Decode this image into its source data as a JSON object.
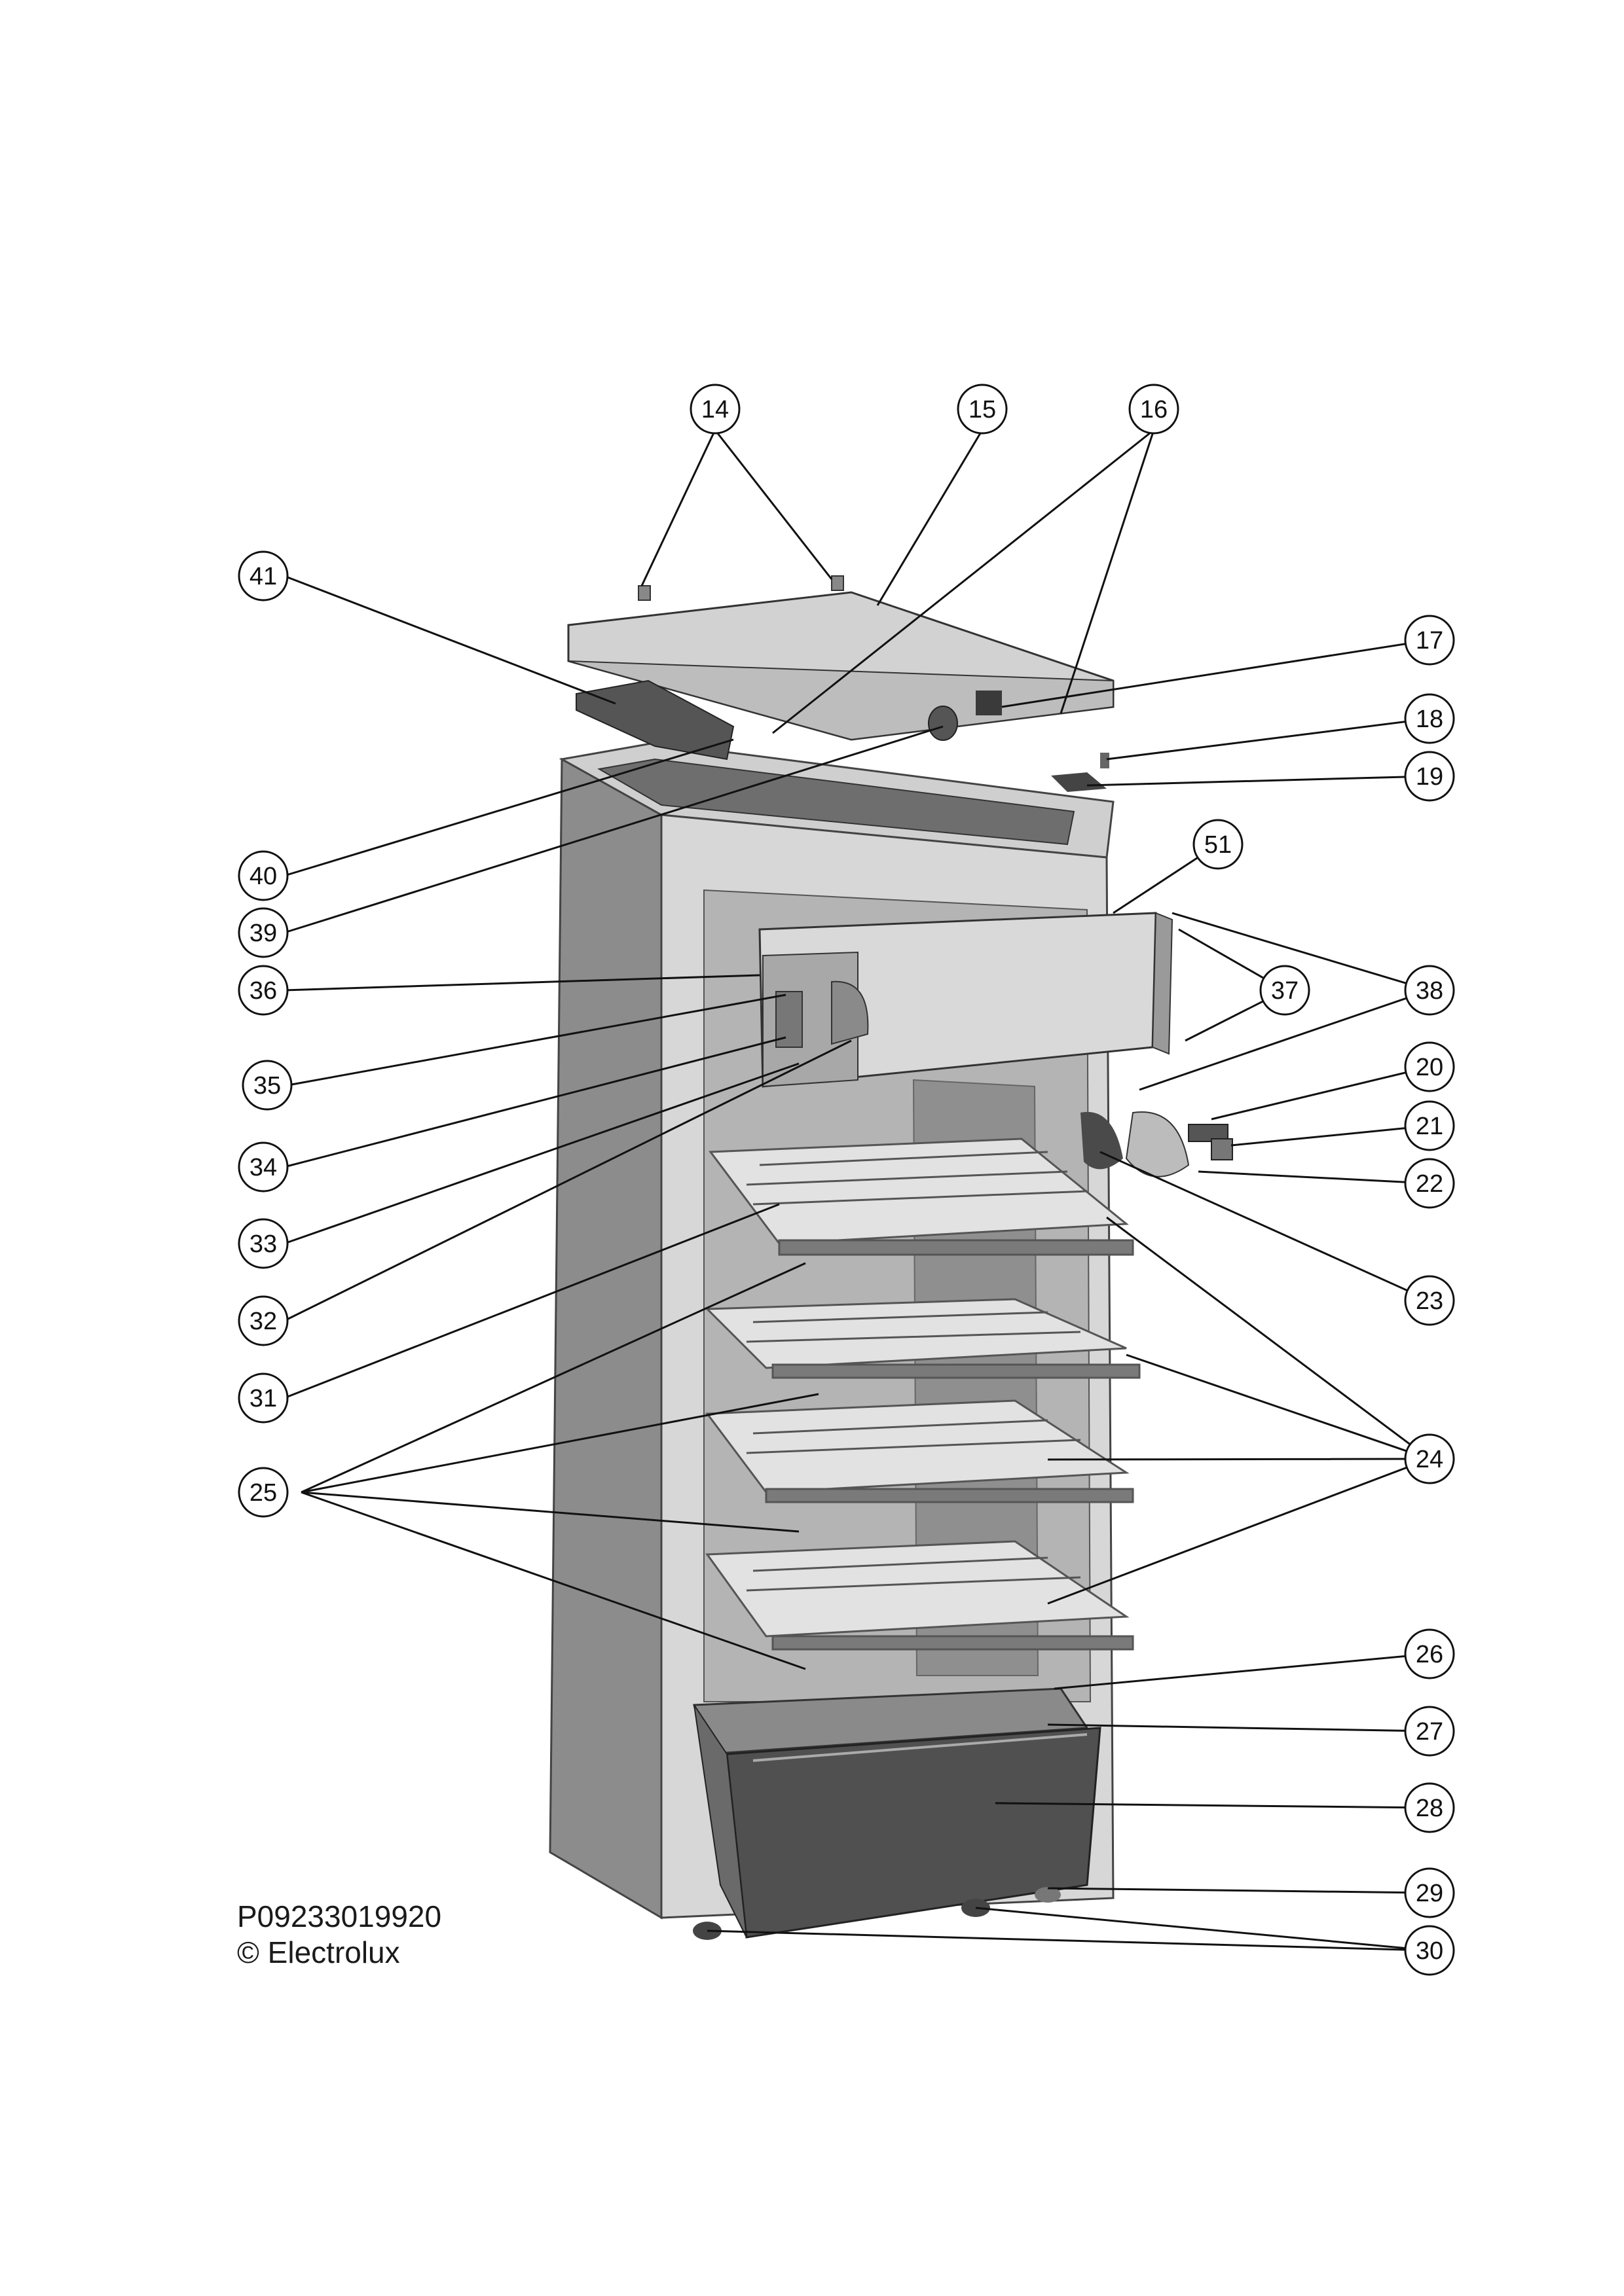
{
  "drawing_number": "P09233019920",
  "copyright": "© Electrolux",
  "callouts": [
    {
      "id": "c14",
      "label": "14"
    },
    {
      "id": "c15",
      "label": "15"
    },
    {
      "id": "c16",
      "label": "16"
    },
    {
      "id": "c41",
      "label": "41"
    },
    {
      "id": "c17",
      "label": "17"
    },
    {
      "id": "c18",
      "label": "18"
    },
    {
      "id": "c19",
      "label": "19"
    },
    {
      "id": "c40",
      "label": "40"
    },
    {
      "id": "c39",
      "label": "39"
    },
    {
      "id": "c51",
      "label": "51"
    },
    {
      "id": "c36",
      "label": "36"
    },
    {
      "id": "c37",
      "label": "37"
    },
    {
      "id": "c38",
      "label": "38"
    },
    {
      "id": "c35",
      "label": "35"
    },
    {
      "id": "c20",
      "label": "20"
    },
    {
      "id": "c21",
      "label": "21"
    },
    {
      "id": "c34",
      "label": "34"
    },
    {
      "id": "c22",
      "label": "22"
    },
    {
      "id": "c33",
      "label": "33"
    },
    {
      "id": "c23",
      "label": "23"
    },
    {
      "id": "c32",
      "label": "32"
    },
    {
      "id": "c31",
      "label": "31"
    },
    {
      "id": "c24",
      "label": "24"
    },
    {
      "id": "c25",
      "label": "25"
    },
    {
      "id": "c26",
      "label": "26"
    },
    {
      "id": "c27",
      "label": "27"
    },
    {
      "id": "c28",
      "label": "28"
    },
    {
      "id": "c29",
      "label": "29"
    },
    {
      "id": "c30",
      "label": "30"
    }
  ]
}
